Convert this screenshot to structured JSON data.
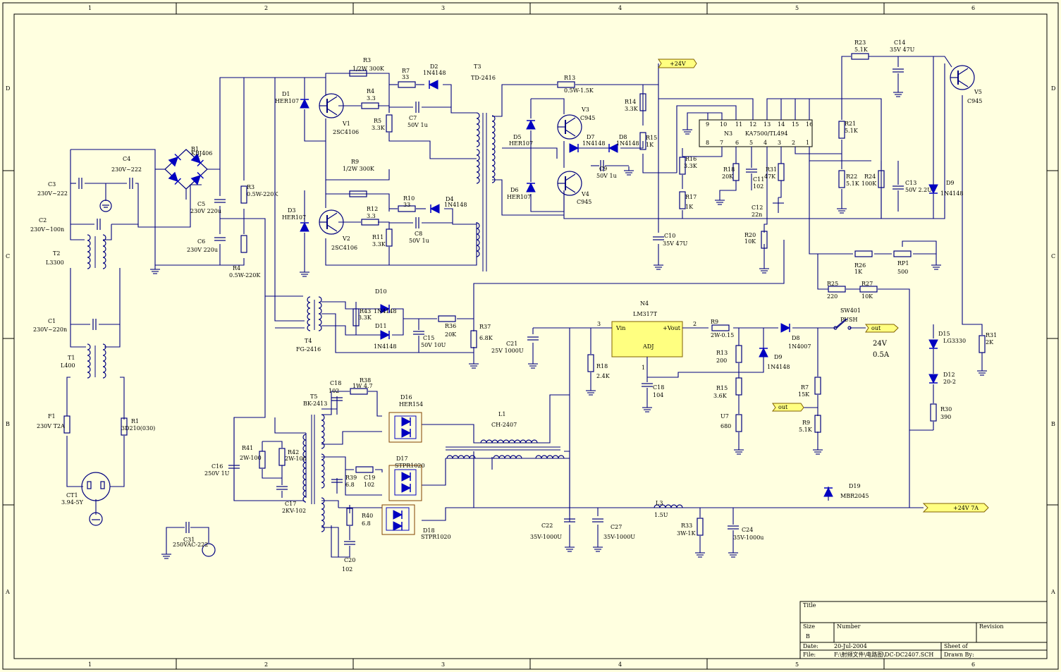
{
  "border": {
    "columns": [
      "1",
      "2",
      "3",
      "4",
      "5",
      "6"
    ],
    "rows": [
      "D",
      "C",
      "B",
      "A"
    ]
  },
  "title_block": {
    "title_label": "Title",
    "size_label": "Size",
    "size_value": "B",
    "number_label": "Number",
    "revision_label": "Revision",
    "date_label": "Date:",
    "date_value": "20-Jul-2004",
    "file_label": "File:",
    "file_value": "F:\\射频文件\\电路图\\DC-DC2407.SCH",
    "sheet_label": "Sheet   of",
    "drawn_label": "Drawn By:"
  },
  "ports": {
    "p24v_top": "+24V",
    "out_main": "+24V 7A",
    "out1": "out",
    "out2": "out"
  },
  "ics": {
    "n3_name": "N3",
    "n3_part": "KA7500/TL494",
    "n3_pins_top": [
      "9",
      "10",
      "11",
      "12",
      "13",
      "14",
      "15",
      "16"
    ],
    "n3_pins_bottom": [
      "8",
      "7",
      "6",
      "5",
      "4",
      "3",
      "2",
      "1"
    ],
    "n4_name": "N4",
    "n4_part": "LM317T",
    "n4_vin": "Vin",
    "n4_vout": "+Vout",
    "n4_adj": "ADJ",
    "n4_pin3": "3",
    "n4_pin2": "2",
    "n4_pin1": "1"
  },
  "labels": {
    "c3": "C3",
    "c3v": "230V~222",
    "c4": "C4",
    "c4v": "230V~222",
    "c2": "C2",
    "c2v": "230V~100n",
    "t2": "T2",
    "t2v": "L3300",
    "c1": "C1",
    "c1v": "230V~220n",
    "t1": "T1",
    "t1v": "L400",
    "f1": "F1",
    "f1v": "230V T2A",
    "r1": "R1",
    "r1v": "3D210(030)",
    "ct1": "CT1",
    "ct1v": "3.94-5Y",
    "b1": "B1",
    "b1v": "KBJ406",
    "c5": "C5",
    "c5v": "230V 220u",
    "c6": "C6",
    "c6v": "230V 220u",
    "r3": "R3",
    "r3v": "0.5W-220K",
    "r4": "R4",
    "r4v": "0.5W-220K",
    "c31": "C31",
    "c31v": "250VAC-222",
    "r3b": "R3",
    "r3bv": "1/2W 300K",
    "r7": "R7",
    "r7v": "33",
    "d2": "D2",
    "d2v": "1N4148",
    "d1": "D1",
    "d1v": "HER107",
    "r4b": "R4",
    "r4bv": "3.3",
    "v1": "V1",
    "v1v": "2SC4106",
    "r5": "R5",
    "r5v": "3.3K",
    "c7": "C7",
    "c7v": "50V 1u",
    "t3": "T3",
    "t3v": "TD-2416",
    "r9": "R9",
    "r9v": "1/2W 300K",
    "d3": "D3",
    "d3v": "HER107",
    "r10": "R10",
    "r10v": "33",
    "d4": "D4",
    "d4v": "1N4148",
    "r12": "R12",
    "r12v": "3.3",
    "v2": "V2",
    "v2v": "2SC4106",
    "r11": "R11",
    "r11v": "3.3K",
    "c8": "C8",
    "c8v": "50V 1u",
    "r13": "R13",
    "r13v": "0.5W-1.5K",
    "r14": "R14",
    "r14v": "3.3K",
    "d5": "D5",
    "d5v": "HER107",
    "v3": "V3",
    "v3v": "C945",
    "d7": "D7",
    "d7v": "1N4148",
    "d8": "D8",
    "d8v": "1N4148",
    "r15": "R15",
    "r15v": "1K",
    "d6": "D6",
    "d6v": "HER107",
    "c9": "C9",
    "c9v": "50V 1u",
    "v4": "V4",
    "v4v": "C945",
    "r16": "R16",
    "r16v": "3.3K",
    "r17": "R17",
    "r17v": "1K",
    "c10": "C10",
    "c10v": "35V 47U",
    "r18": "R18",
    "r18v": "20K",
    "c11": "C11",
    "c11v": "102",
    "r31": "R31",
    "r31v": "47K",
    "c12": "C12",
    "c12v": "22n",
    "r20": "R20",
    "r20v": "10K",
    "r23": "R23",
    "r23v": "5.1K",
    "c14": "C14",
    "c14v": "35V 47U",
    "v5": "V5",
    "v5v": "C945",
    "r21": "R21",
    "r21v": "5.1K",
    "r22": "R22",
    "r22v": "5.1K",
    "r24": "R24",
    "r24v": "100K",
    "c13": "C13",
    "c13v": "50V 2.2U",
    "d9": "D9",
    "d9v": "1N4148",
    "r26": "R26",
    "r26v": "1K",
    "rp1": "RP1",
    "rp1v": "500",
    "r25": "R25",
    "r25v": "220",
    "r27": "R27",
    "r27v": "10K",
    "sw401": "SW401",
    "sw401v": "PUSH",
    "t4": "T4",
    "t4v": "FG-2416",
    "d10": "D10",
    "d10v": "1N4148",
    "r43": "R43",
    "r43v": "3.3K",
    "d11": "D11",
    "d11v": "1N4148",
    "c15": "C15",
    "c15v": "50V 10U",
    "r36": "R36",
    "r36v": "20K",
    "r37": "R37",
    "r37v": "6.8K",
    "c21": "C21",
    "c21v": "25V 1000U",
    "r18b": "R18",
    "r18bv": "2.4K",
    "c18": "C18",
    "c18v": "104",
    "r9b": "R9",
    "r9bv": "2W-0.15",
    "r13b": "R13",
    "r13bv": "200",
    "d8b": "D8",
    "d8bv": "1N4007",
    "d9b": "D9",
    "d9bv": "1N4148",
    "r15b": "R15",
    "r15bv": "3.6K",
    "u7": "U7",
    "u7v": "680",
    "r7b": "R7",
    "r7bv": "15K",
    "r9c": "R9",
    "r9cv": "5.1K",
    "d15": "D15",
    "d15v": "LG3330",
    "d12": "D12",
    "d12v": "20-2",
    "r31b": "R31",
    "r31bv": "2K",
    "r30": "R30",
    "r30v": "390",
    "vout_value": "24V",
    "iout_value": "0.5A",
    "c18b": "C18",
    "c18bv": "102",
    "r38": "R38",
    "r38v": "1W 4.7",
    "t5": "T5",
    "t5v": "BK-2413",
    "d16": "D16",
    "d16v": "HER154",
    "l1": "L1",
    "l1v": "CH-2407",
    "r41": "R41",
    "r41v": "2W-100",
    "r42": "R42",
    "r42v": "2W-100",
    "c16": "C16",
    "c16v": "250V 1U",
    "c17": "C17",
    "c17v": "2KV-102",
    "r39": "R39",
    "r39v": "6.8",
    "c19": "C19",
    "c19v": "102",
    "d17": "D17",
    "d17v": "STPR1020",
    "r40": "R40",
    "r40v": "6.8",
    "d18": "D18",
    "d18v": "STPR1020",
    "c20": "C20",
    "c20v": "102",
    "c22": "C22",
    "c22v": "35V-1000U",
    "c27": "C27",
    "c27v": "35V-1000U",
    "l3": "L3",
    "l3v": "1.5U",
    "r33": "R33",
    "r33v": "3W-1K",
    "c24": "C24",
    "c24v": "35V-1000u",
    "d19": "D19",
    "d19v": "MBR2045"
  }
}
